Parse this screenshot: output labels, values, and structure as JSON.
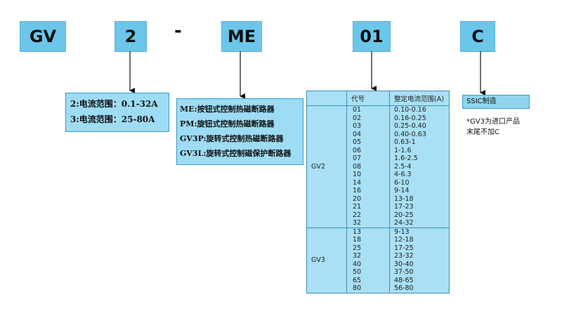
{
  "codes": {
    "series": "GV",
    "current_class": "2",
    "separator": "-",
    "type": "ME",
    "rating": "01",
    "suffix": "C"
  },
  "current_ranges": [
    "2:电流范围：0.1-32A",
    "3:电流范围：25-80A"
  ],
  "types": [
    "ME:按钮式控制热磁断路器",
    "PM:旋钮式控制热磁断路器",
    "GV3P:旋转式控制热磁断路器",
    "GV3L:旋转式控制磁保护断路器"
  ],
  "table": {
    "header_code": "代号",
    "header_range": "整定电流范围(A)",
    "groups": [
      {
        "model": "GV2",
        "rows": [
          {
            "code": "01",
            "range": "0.10-0.16"
          },
          {
            "code": "02",
            "range": "0.16-0.25"
          },
          {
            "code": "03",
            "range": "0.25-0.40"
          },
          {
            "code": "04",
            "range": "0.40-0.63"
          },
          {
            "code": "05",
            "range": "0.63-1"
          },
          {
            "code": "06",
            "range": "1-1.6"
          },
          {
            "code": "07",
            "range": "1.6-2.5"
          },
          {
            "code": "08",
            "range": "2.5-4"
          },
          {
            "code": "10",
            "range": "4-6.3"
          },
          {
            "code": "14",
            "range": "6-10"
          },
          {
            "code": "16",
            "range": "9-14"
          },
          {
            "code": "20",
            "range": "13-18"
          },
          {
            "code": "21",
            "range": "17-23"
          },
          {
            "code": "22",
            "range": "20-25"
          },
          {
            "code": "32",
            "range": "24-32"
          }
        ]
      },
      {
        "model": "GV3",
        "rows": [
          {
            "code": "13",
            "range": "9-13"
          },
          {
            "code": "18",
            "range": "12-18"
          },
          {
            "code": "25",
            "range": "17-25"
          },
          {
            "code": "32",
            "range": "23-32"
          },
          {
            "code": "40",
            "range": "30-40"
          },
          {
            "code": "50",
            "range": "37-50"
          },
          {
            "code": "65",
            "range": "48-65"
          },
          {
            "code": "80",
            "range": "56-80"
          }
        ]
      }
    ]
  },
  "suffix_label": "SSIC制造",
  "suffix_note": [
    "*GV3为进口产品",
    "末尾不加C"
  ],
  "colors": {
    "code_box": "#6cc6ea",
    "info_box": "#9ddcf4",
    "border": "#3a9cc8"
  }
}
